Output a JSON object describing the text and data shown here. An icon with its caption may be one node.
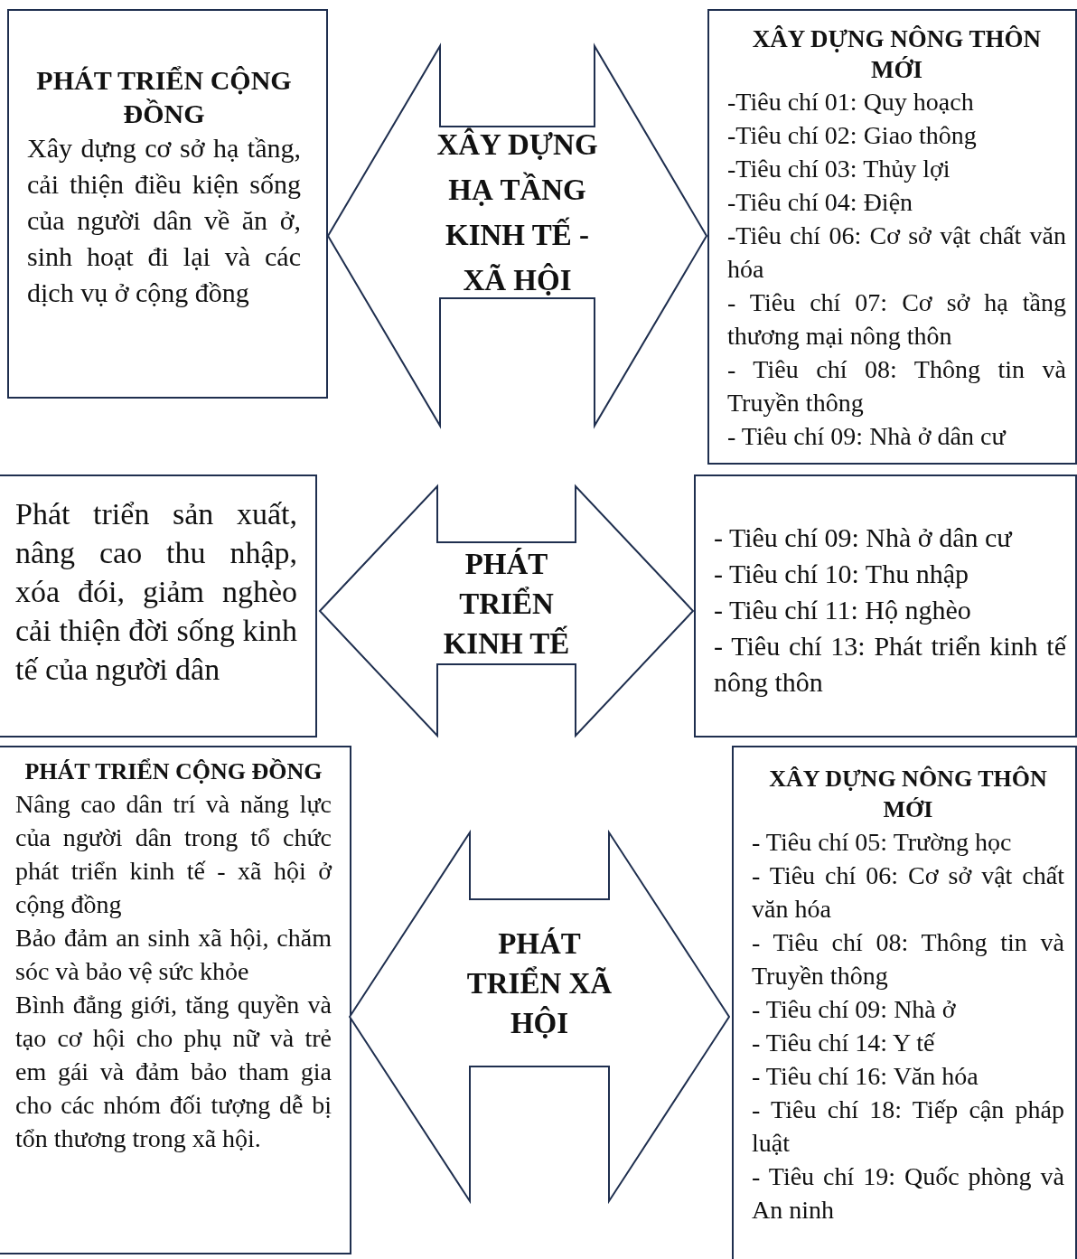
{
  "diagram": {
    "nodes": [
      {
        "text": [
          "PHÁT TRIỂN CỘNG ĐỒNG",
          "Xây dựng cơ sở hạ tầng, cải thiện điều kiện sống của người dân về ăn ở, sinh hoạt đi lại và các dịch vụ ở cộng đồng"
        ]
      },
      {
        "text": [
          "XÂY DỰNG HẠ TẦNG KINH TẾ - XÃ HỘI"
        ]
      },
      {
        "text": [
          "XÂY DỰNG NÔNG THÔN MỚI",
          "-Tiêu chí 01: Quy hoạch",
          "-Tiêu chí 02: Giao thông",
          "-Tiêu chí 03: Thủy lợi",
          "-Tiêu chí 04: Điện",
          "-Tiêu chí 06: Cơ sở vật chất văn hóa",
          "- Tiêu chí 07: Cơ sở hạ tầng thương mại nông thôn",
          "- Tiêu chí 08: Thông tin và Truyền thông",
          "- Tiêu chí 09: Nhà ở dân cư"
        ]
      },
      {
        "text": [
          "Phát triển sản xuất, nâng cao thu nhập, xóa đói, giảm nghèo cải thiện đời sống kinh tế của người dân"
        ]
      },
      {
        "text": [
          "PHÁT TRIỂN KINH TẾ"
        ]
      },
      {
        "text": [
          "- Tiêu chí 09: Nhà ở dân cư",
          "- Tiêu chí 10: Thu nhập",
          "- Tiêu chí 11: Hộ nghèo",
          "- Tiêu chí 13: Phát triển kinh tế nông thôn"
        ]
      },
      {
        "text": [
          "PHÁT TRIỂN CỘNG ĐỒNG",
          "Nâng cao dân trí và năng lực của người dân trong tổ chức phát triển kinh tế - xã hội ở cộng đồng",
          "Bảo đảm an sinh xã hội, chăm sóc và bảo vệ sức khỏe",
          "Bình đẳng giới, tăng quyền và tạo cơ hội cho phụ nữ và trẻ em gái và đảm bảo tham gia cho các nhóm đối tượng dễ bị tổn thương trong xã hội."
        ]
      },
      {
        "text": [
          "PHÁT TRIỂN XÃ HỘI"
        ]
      },
      {
        "text": [
          "XÂY DỰNG NÔNG THÔN MỚI",
          "- Tiêu chí 05: Trường học",
          "- Tiêu chí 06: Cơ sở vật chất văn hóa",
          "- Tiêu chí 08: Thông tin và Truyền thông",
          "- Tiêu chí 09: Nhà ở",
          "- Tiêu chí 14: Y tế",
          "- Tiêu chí 16: Văn hóa",
          "- Tiêu chí 18: Tiếp cận pháp luật",
          "- Tiêu chí 19: Quốc phòng và An ninh"
        ]
      }
    ]
  }
}
